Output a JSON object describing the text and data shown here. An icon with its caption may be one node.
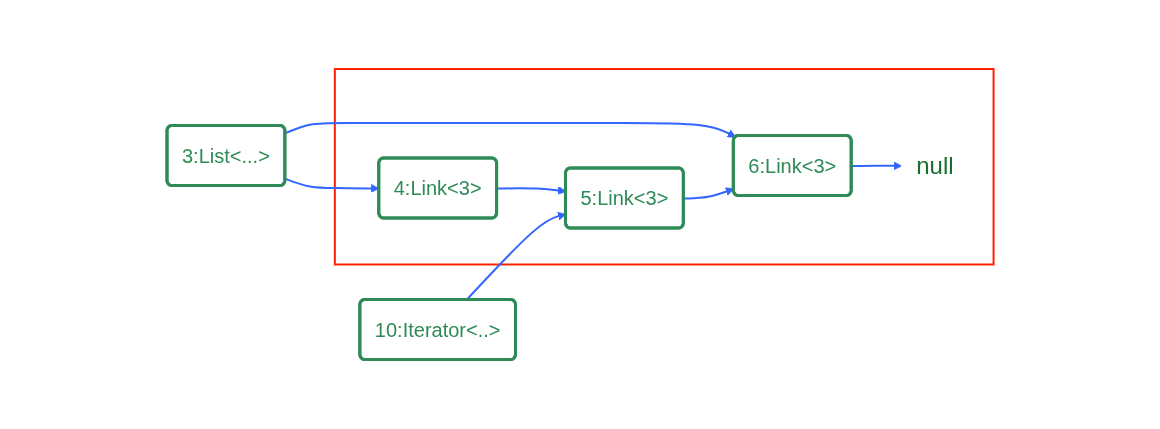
{
  "diagram": {
    "nodes": [
      {
        "text": [
          "10:Iterator<..>"
        ]
      },
      {
        "text": [],
        "shape": "box"
      },
      {
        "text": [
          "3:List<...>"
        ]
      },
      {
        "text": [
          "4:Link<3>"
        ],
        "in": 1
      },
      {
        "text": [
          "5:Link<3>"
        ],
        "in": 1
      },
      {
        "text": [
          "6:Link<3>"
        ],
        "in": 1
      },
      {
        "text": [
          "null"
        ],
        "in": 1
      }
    ],
    "edges": [
      {
        "from": 0,
        "to": 4,
        "arrow": "to"
      },
      {
        "from": 2,
        "to": 5,
        "arrow": "to"
      },
      {
        "from": 2,
        "to": 3,
        "arrow": "to"
      },
      {
        "from": 3,
        "to": 4,
        "arrow": "to"
      },
      {
        "from": 4,
        "to": 5,
        "arrow": "to"
      },
      {
        "from": 5,
        "to": 6,
        "arrow": "to"
      }
    ]
  }
}
